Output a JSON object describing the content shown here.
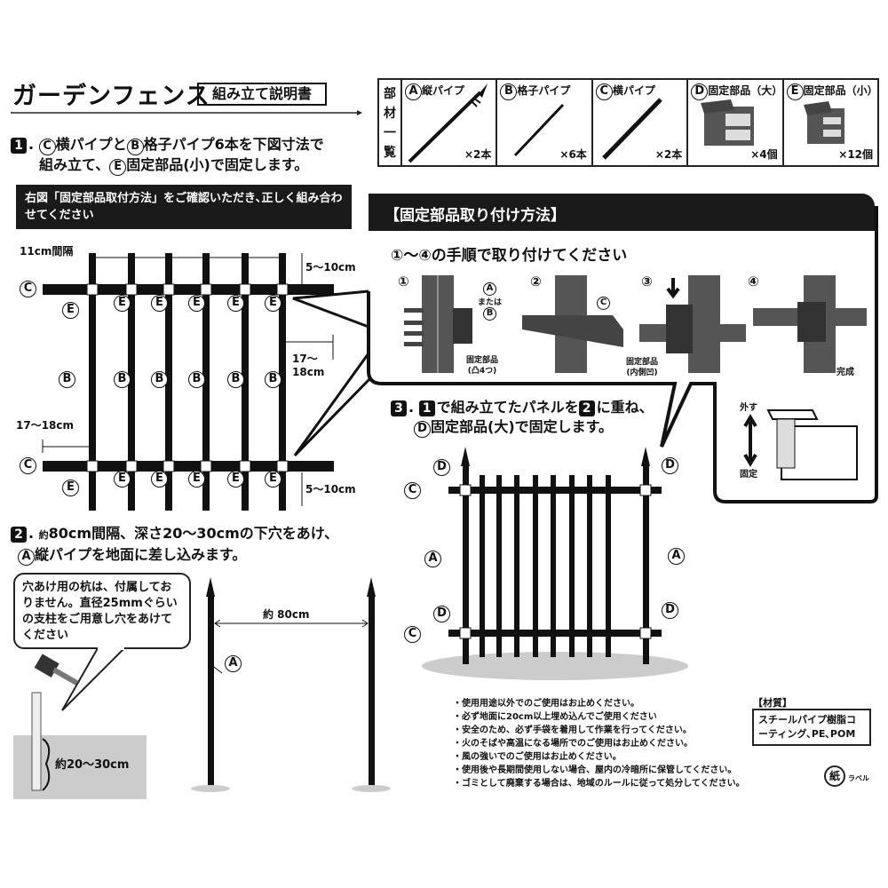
{
  "header": {
    "title": "ガーデンフェンス",
    "subtitle": "組み立て説明書"
  },
  "parts": {
    "heading": [
      "部",
      "材",
      "一",
      "覧"
    ],
    "items": [
      {
        "mark": "A",
        "name": "縦パイプ",
        "qty": "×2本"
      },
      {
        "mark": "B",
        "name": "格子パイプ",
        "qty": "×6本"
      },
      {
        "mark": "C",
        "name": "横パイプ",
        "qty": "×2本"
      },
      {
        "mark": "D",
        "name": "固定部品（大）",
        "qty": "×4個"
      },
      {
        "mark": "E",
        "name": "固定部品（小）",
        "qty": "×12個"
      }
    ]
  },
  "step1": {
    "num": "1",
    "line1a": "横パイプと",
    "line1b": "格子パイプ6本を下図寸法で",
    "line2a": "組み立て、",
    "line2b": "固定部品(小)で固定します。",
    "notice": "右図「固定部品取付方法」をご確認いただき､正しく組み合わせてください"
  },
  "grid": {
    "spacing": "11cm間隔",
    "top_margin": "5〜10cm",
    "bottom_margin": "5〜10cm",
    "side_right": "17〜\n18cm",
    "side_left": "17〜18cm",
    "labels": {
      "B": "B",
      "C": "C",
      "E": "E"
    }
  },
  "howto": {
    "title": "【固定部品取り付け方法】",
    "subtitle": "①〜④の手順で取り付けてください",
    "steps": [
      "①",
      "②",
      "③",
      "④"
    ],
    "s1_label_a": "A",
    "s1_or": "または",
    "s1_label_b": "B",
    "s1_part": "固定部品",
    "s1_part2": "(凸4つ)",
    "s2_label": "C",
    "s3_part": "固定部品",
    "s3_part2": "(内側凹)",
    "s4_done": "完成",
    "detach": "外す",
    "fix": "固定"
  },
  "step3": {
    "num1": "3",
    "num2": "1",
    "num3": "2",
    "line1a": "で組み立てたパネルを",
    "line1b": "に重ね、",
    "line2": "固定部品(大)で固定します。",
    "labels": {
      "A": "A",
      "C": "C",
      "D": "D"
    }
  },
  "step2": {
    "num": "2",
    "line1a": "約",
    "line1b": "80cm間隔、深さ20〜30cmの下穴をあけ、",
    "line2": "縦パイプを地面に差し込みます。",
    "bubble": "穴あけ用の杭は、付属しておりません。直径25mmぐらいの支柱をご用意し穴をあけてください",
    "distance": "約 80cm",
    "depth": "約20〜30cm",
    "label_a": "A"
  },
  "notes": [
    "・使用用途以外でのご使用はお止めください。",
    "・必ず地面に20cm以上埋め込んでご使用ください",
    "・安全のため、必ず手袋を着用して作業を行ってください。",
    "・火のそばや高温になる場所でのご使用はお止めください。",
    "・風の強いでのご使用はお止めください。",
    "・使用後や長期間使用しない場合、屋内の冷暗所に保管してください。",
    "・ゴミとして廃棄する場合は、地域のルールに従って処分してください。"
  ],
  "material": {
    "heading": "【材質】",
    "text": "スチールパイプ樹脂コーティング､PE､POM"
  },
  "recycle": {
    "mark": "紙",
    "label": "ラベル"
  }
}
